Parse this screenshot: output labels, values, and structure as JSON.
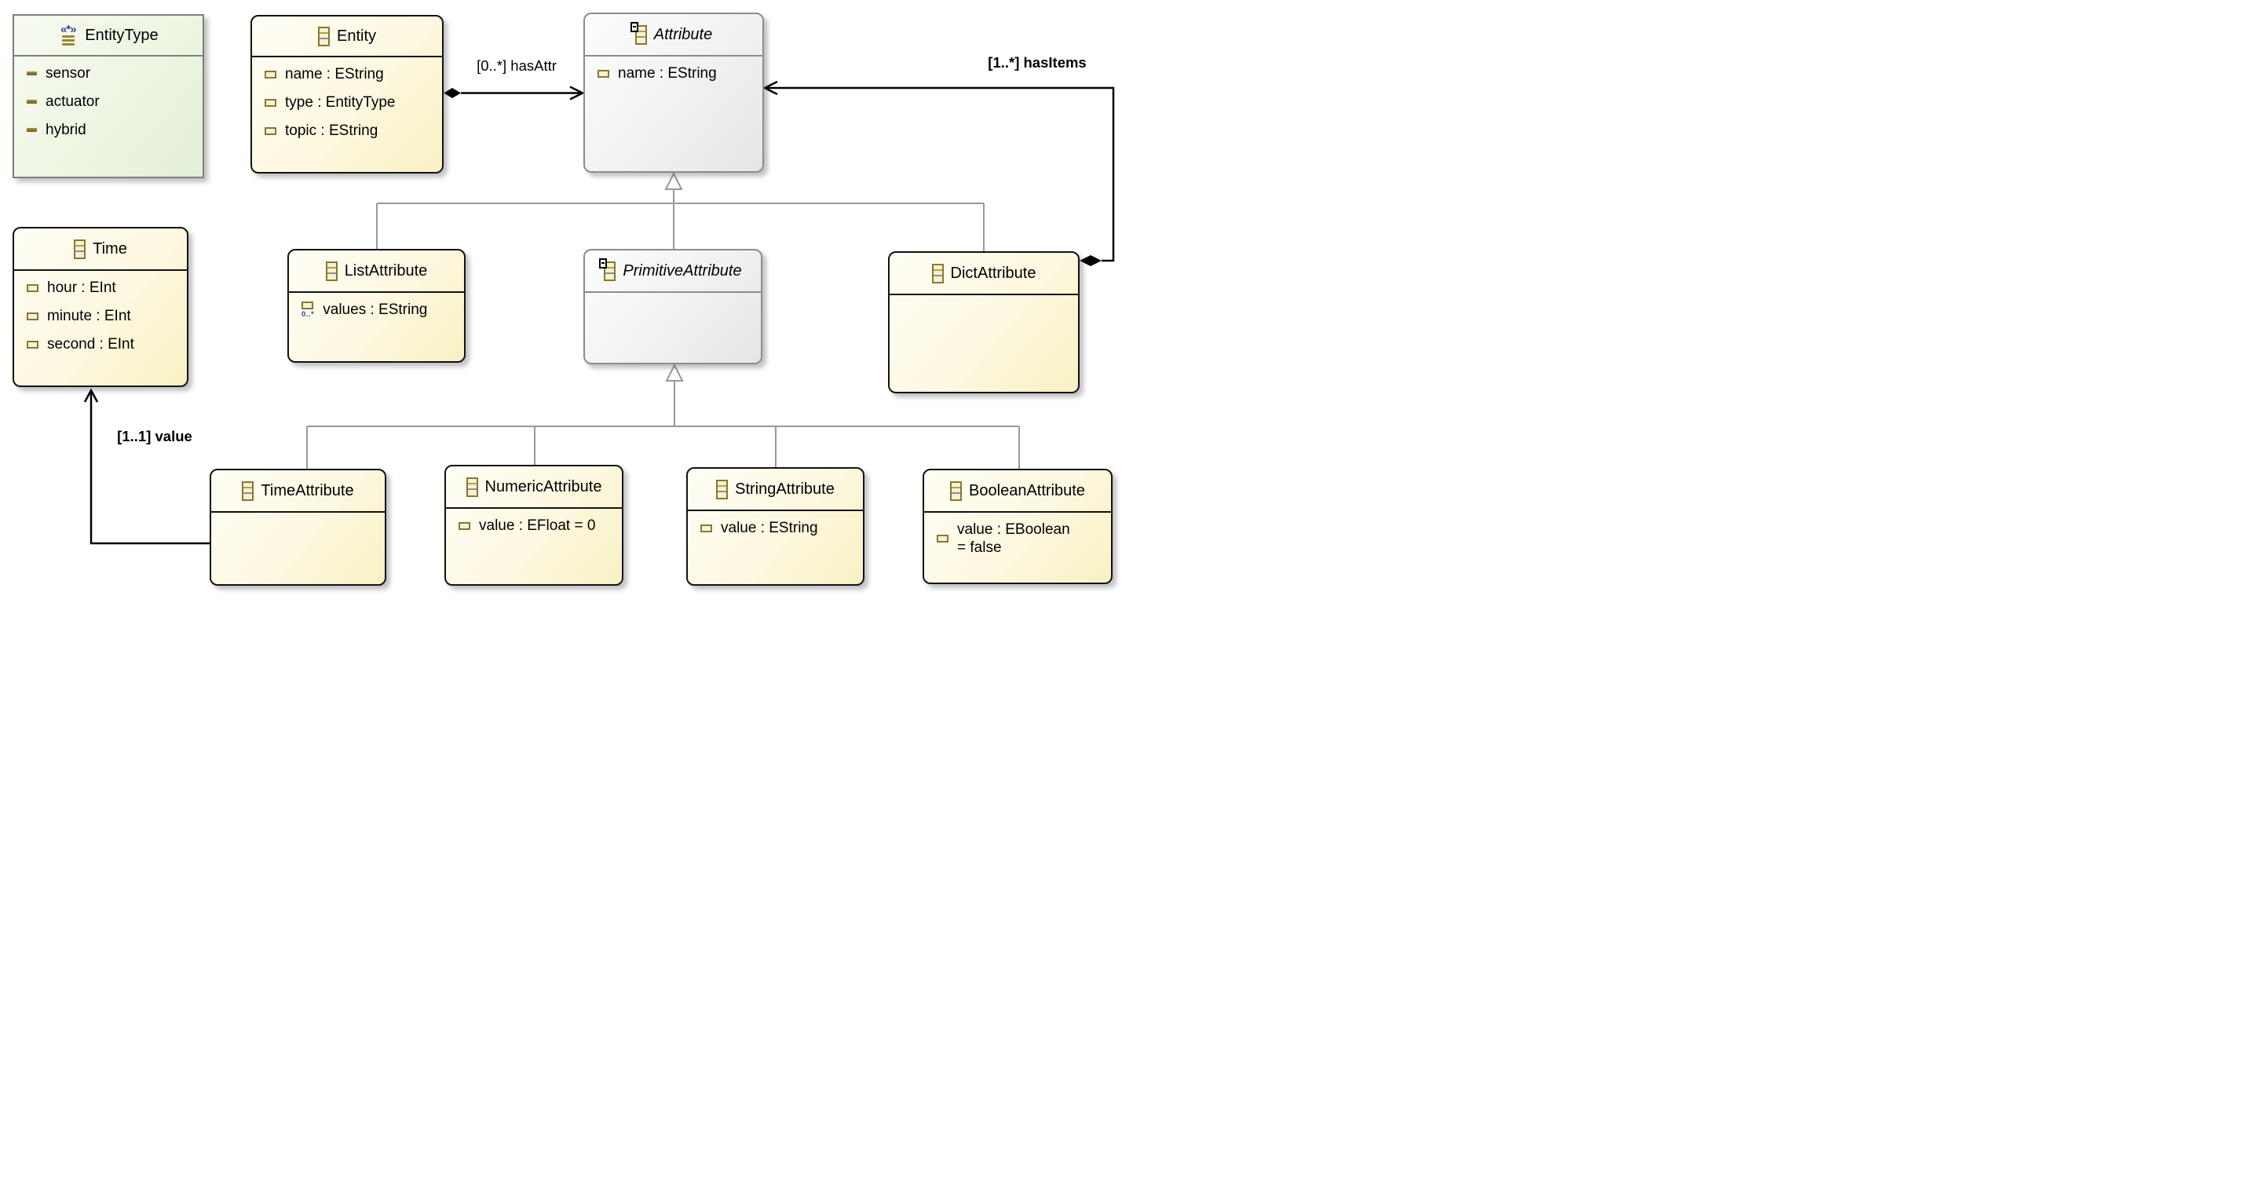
{
  "classes": {
    "entity_type": {
      "kind": "enum",
      "title": "EntityType",
      "literals": [
        "sensor",
        "actuator",
        "hybrid"
      ]
    },
    "entity": {
      "kind": "class",
      "title": "Entity",
      "attributes": [
        "name : EString",
        "type : EntityType",
        "topic : EString"
      ]
    },
    "attribute": {
      "kind": "abstract-class",
      "title": "Attribute",
      "attributes": [
        "name : EString"
      ]
    },
    "time": {
      "kind": "class",
      "title": "Time",
      "attributes": [
        "hour : EInt",
        "minute : EInt",
        "second : EInt"
      ]
    },
    "list_attribute": {
      "kind": "class",
      "title": "ListAttribute",
      "attributes": [
        "values : EString"
      ],
      "multiplicity_badge": "0..*"
    },
    "primitive_attribute": {
      "kind": "abstract-class",
      "title": "PrimitiveAttribute",
      "attributes": []
    },
    "dict_attribute": {
      "kind": "class",
      "title": "DictAttribute",
      "attributes": []
    },
    "time_attribute": {
      "kind": "class",
      "title": "TimeAttribute",
      "attributes": []
    },
    "numeric_attribute": {
      "kind": "class",
      "title": "NumericAttribute",
      "attributes": [
        "value : EFloat = 0"
      ]
    },
    "string_attribute": {
      "kind": "class",
      "title": "StringAttribute",
      "attributes": [
        "value : EString"
      ]
    },
    "boolean_attribute": {
      "kind": "class",
      "title": "BooleanAttribute",
      "attributes": [
        "value : EBoolean = false"
      ]
    }
  },
  "edges": {
    "has_attr": {
      "label": "[0..*] hasAttr",
      "type": "containment",
      "source": "Entity",
      "target": "Attribute"
    },
    "has_items": {
      "label": "[1..*] hasItems",
      "type": "containment",
      "source": "DictAttribute",
      "target": "Attribute"
    },
    "value": {
      "label": "[1..1] value",
      "type": "reference",
      "source": "TimeAttribute",
      "target": "Time"
    },
    "generalizations": [
      {
        "from": "ListAttribute",
        "to": "Attribute"
      },
      {
        "from": "PrimitiveAttribute",
        "to": "Attribute"
      },
      {
        "from": "DictAttribute",
        "to": "Attribute"
      },
      {
        "from": "TimeAttribute",
        "to": "PrimitiveAttribute"
      },
      {
        "from": "NumericAttribute",
        "to": "PrimitiveAttribute"
      },
      {
        "from": "StringAttribute",
        "to": "PrimitiveAttribute"
      },
      {
        "from": "BooleanAttribute",
        "to": "PrimitiveAttribute"
      }
    ]
  },
  "colors": {
    "class_fill_start": "#fffef6",
    "class_fill_end": "#f9f0c2",
    "class_border": "#121212",
    "abstract_fill_start": "#fdfdfd",
    "abstract_fill_end": "#e6e6e8",
    "abstract_border": "#8c8c8c",
    "enum_fill_start": "#f7fbf1",
    "enum_fill_end": "#e3efd6",
    "enum_border": "#7b817a",
    "generalization_line": "#999999",
    "association_line": "#000000",
    "icon_gold": "#8a7533",
    "icon_fill": "#f6f2cf",
    "badge_blue": "#2f4199"
  },
  "icons": {
    "class": "eclass-icon",
    "enum": "eenum-icon",
    "attribute": "eattribute-icon",
    "enum_literal": "eenumliteral-icon",
    "abstract_marker": "abstract-badge"
  }
}
